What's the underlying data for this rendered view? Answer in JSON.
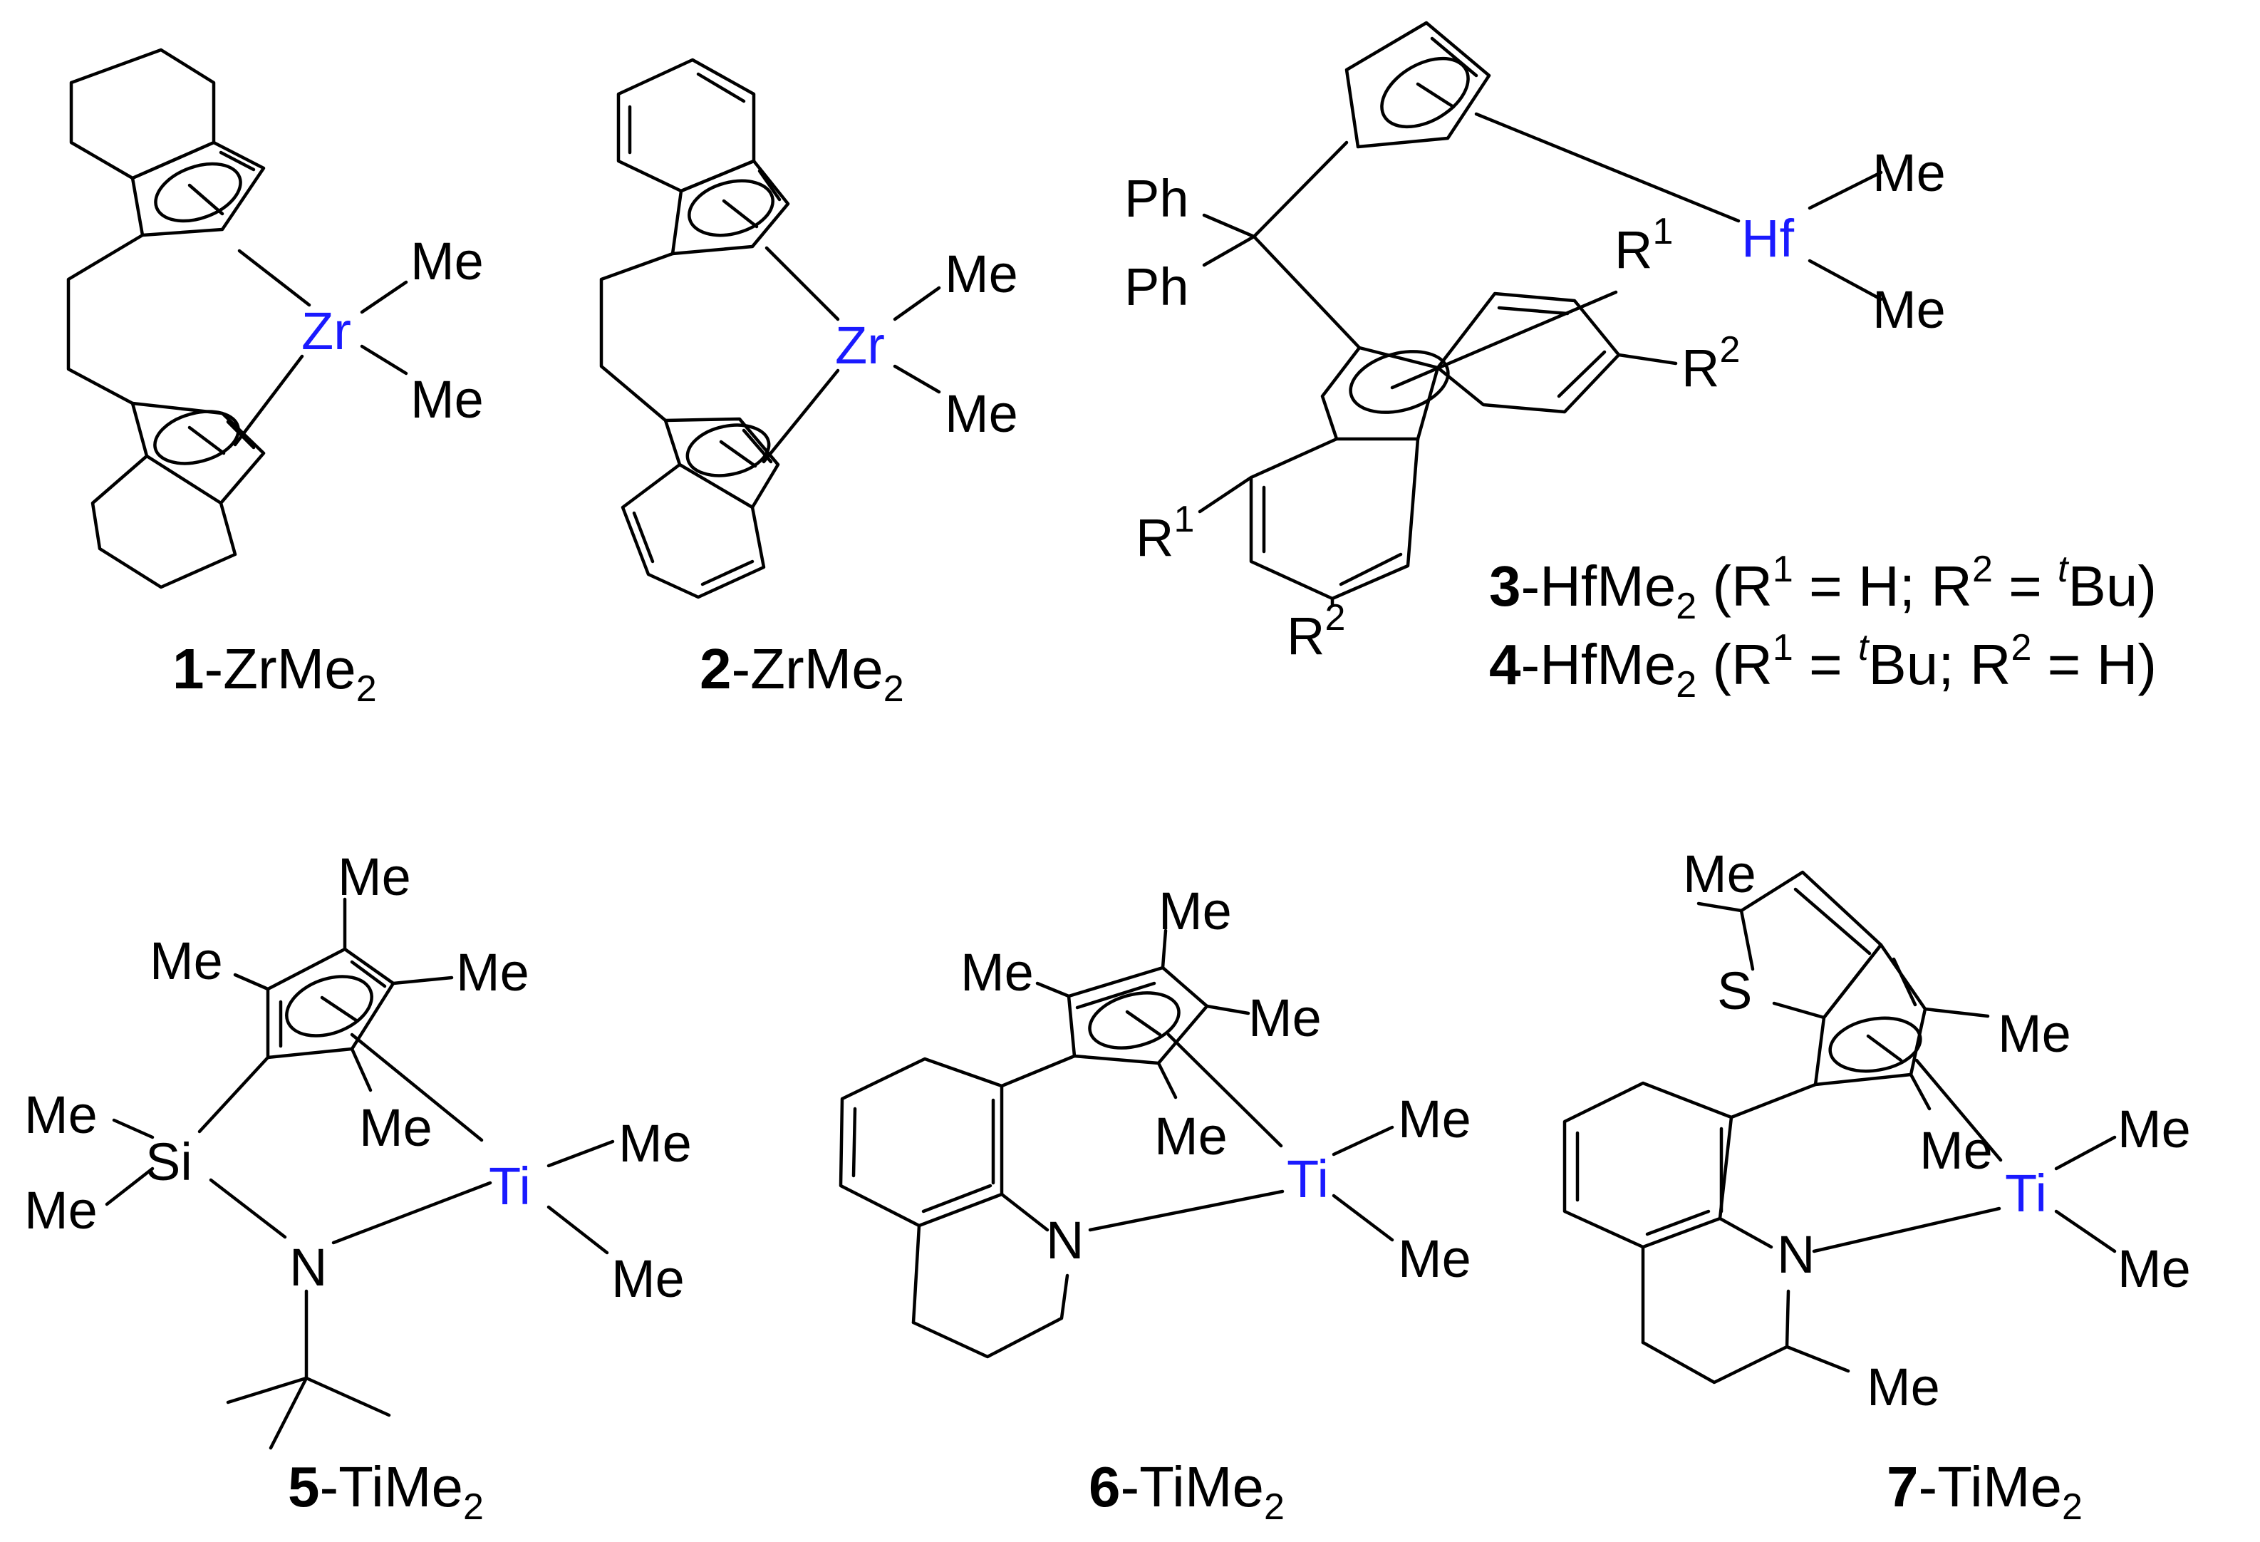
{
  "colors": {
    "bond": "#000000",
    "text": "#000000",
    "metal": "#1a1aff",
    "background": "#ffffff"
  },
  "labels": {
    "me": "Me",
    "ph": "Ph",
    "si": "Si",
    "n": "N",
    "s": "S",
    "r": "R",
    "one": "1",
    "two": "2",
    "zr": "Zr",
    "hf": "Hf",
    "ti": "Ti"
  },
  "captions": {
    "c1": {
      "num": "1",
      "text": "-ZrMe",
      "sub": "2"
    },
    "c2": {
      "num": "2",
      "text": "-ZrMe",
      "sub": "2"
    },
    "c3": {
      "num": "3",
      "text": "-HfMe",
      "sub": "2",
      "p1": " (R",
      "s1": "1",
      "p2": " = H; R",
      "s2": "2",
      "p3": " = ",
      "it": "t",
      "p4": "Bu)"
    },
    "c4": {
      "num": "4",
      "text": "-HfMe",
      "sub": "2",
      "p1": " (R",
      "s1": "1",
      "p2": " = ",
      "it": "t",
      "p3": "Bu; R",
      "s2": "2",
      "p4": " = H)"
    },
    "c5": {
      "num": "5",
      "text": "-TiMe",
      "sub": "2"
    },
    "c6": {
      "num": "6",
      "text": "-TiMe",
      "sub": "2"
    },
    "c7": {
      "num": "7",
      "text": "-TiMe",
      "sub": "2"
    }
  }
}
